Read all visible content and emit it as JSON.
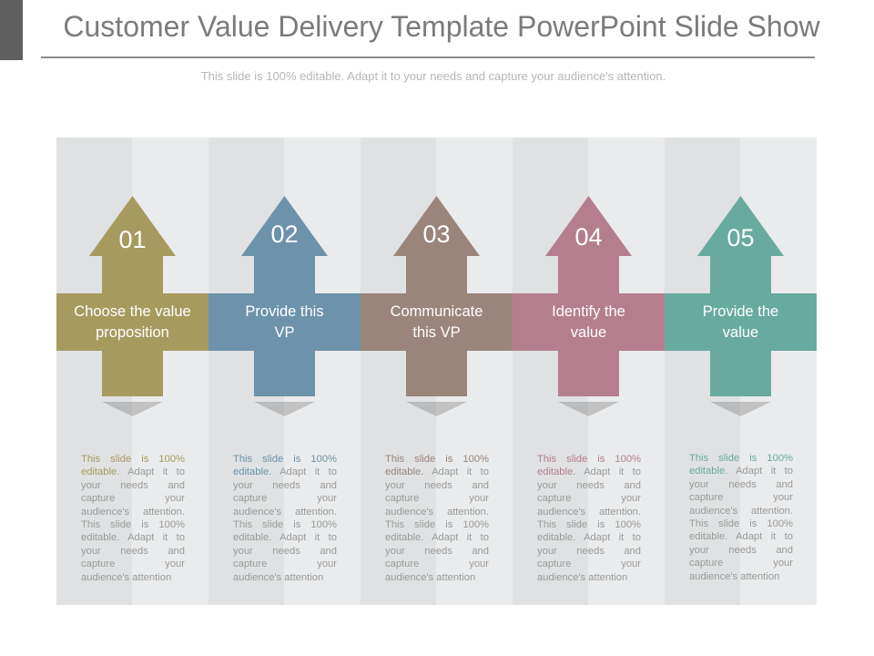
{
  "slide": {
    "title": "Customer Value Delivery Template PowerPoint Slide Show",
    "subtitle": "This slide is 100% editable. Adapt it to your needs and capture your audience's attention."
  },
  "steps": [
    {
      "number": "01",
      "label_line1": "Choose the value",
      "label_line2": "proposition",
      "color": "#a79a5f",
      "description_lead": "This slide is 100% editable.",
      "description_rest": " Adapt it to your needs and capture your audience's attention. This slide is 100% editable. Adapt it to your needs and capture your audience's attention"
    },
    {
      "number": "02",
      "label_line1": "Provide this",
      "label_line2": "VP",
      "color": "#6c93aa",
      "description_lead": "This slide is 100% editable.",
      "description_rest": " Adapt it to your needs and capture your audience's attention. This slide is 100% editable. Adapt it to your needs and capture your audience's attention"
    },
    {
      "number": "03",
      "label_line1": "Communicate",
      "label_line2": "this VP",
      "color": "#9b857a",
      "description_lead": "This slide is 100% editable.",
      "description_rest": " Adapt it to your needs and capture your audience's attention. This slide is 100% editable. Adapt it to your needs and capture your audience's attention"
    },
    {
      "number": "04",
      "label_line1": "Identify the",
      "label_line2": "value",
      "color": "#b57e8e",
      "description_lead": "This slide is 100% editable.",
      "description_rest": " Adapt it to your needs and capture your audience's attention. This slide is 100% editable. Adapt it to your needs and capture your audience's attention"
    },
    {
      "number": "05",
      "label_line1": "Provide the",
      "label_line2": "value",
      "color": "#68ab9e",
      "description_lead": "This slide is 100% editable.",
      "description_rest": " Adapt it to your needs and capture your audience's attention. This slide is 100% editable. Adapt it to your needs and capture your audience's attention"
    }
  ]
}
